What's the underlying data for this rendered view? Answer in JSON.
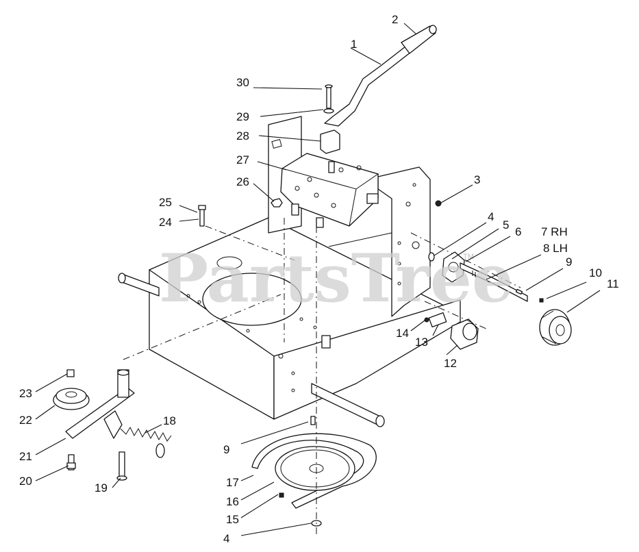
{
  "watermark": {
    "text": "PartsTree",
    "mark": "TM"
  },
  "callouts": [
    {
      "id": "c1",
      "text": "1"
    },
    {
      "id": "c2",
      "text": "2"
    },
    {
      "id": "c3",
      "text": "3"
    },
    {
      "id": "c4a",
      "text": "4"
    },
    {
      "id": "c4b",
      "text": "4"
    },
    {
      "id": "c5",
      "text": "5"
    },
    {
      "id": "c6",
      "text": "6"
    },
    {
      "id": "c7",
      "text": "7 RH"
    },
    {
      "id": "c8",
      "text": "8 LH"
    },
    {
      "id": "c9a",
      "text": "9"
    },
    {
      "id": "c9b",
      "text": "9"
    },
    {
      "id": "c10",
      "text": "10"
    },
    {
      "id": "c11",
      "text": "11"
    },
    {
      "id": "c12",
      "text": "12"
    },
    {
      "id": "c13",
      "text": "13"
    },
    {
      "id": "c14",
      "text": "14"
    },
    {
      "id": "c15",
      "text": "15"
    },
    {
      "id": "c16",
      "text": "16"
    },
    {
      "id": "c17",
      "text": "17"
    },
    {
      "id": "c18",
      "text": "18"
    },
    {
      "id": "c19",
      "text": "19"
    },
    {
      "id": "c20",
      "text": "20"
    },
    {
      "id": "c21",
      "text": "21"
    },
    {
      "id": "c22",
      "text": "22"
    },
    {
      "id": "c23",
      "text": "23"
    },
    {
      "id": "c24",
      "text": "24"
    },
    {
      "id": "c25",
      "text": "25"
    },
    {
      "id": "c26",
      "text": "26"
    },
    {
      "id": "c27",
      "text": "27"
    },
    {
      "id": "c28",
      "text": "28"
    },
    {
      "id": "c29",
      "text": "29"
    },
    {
      "id": "c30",
      "text": "30"
    }
  ]
}
